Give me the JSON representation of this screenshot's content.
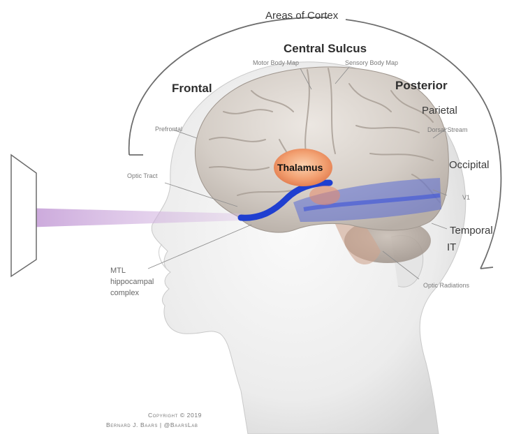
{
  "labels": {
    "areas_of_cortex": "Areas of Cortex",
    "central_sulcus": "Central Sulcus",
    "frontal": "Frontal",
    "posterior": "Posterior",
    "motor_body_map": "Motor Body Map",
    "sensory_body_map": "Sensory Body Map",
    "parietal": "Parietal",
    "prefrontal": "Prefrontal",
    "dorsal_stream": "Dorsal Stream",
    "thalamus": "Thalamus",
    "optic_tract": "Optic Tract",
    "occipital": "Occipital",
    "v1": "V1",
    "temporal": "Temporal",
    "it": "IT",
    "mtl_line1": "MTL",
    "mtl_line2": "hippocampal",
    "mtl_line3": "complex",
    "optic_radiations": "Optic Radiations"
  },
  "copyright": {
    "line1": "Copyright © 2019",
    "line2": "Bernard J. Baars | @BaarsLab"
  },
  "colors": {
    "brain": "#d9d3cd",
    "head": "#eeeeee",
    "optic_tract": "#1f3fd0",
    "visual_cortex": "#5b6dd6",
    "thalamus": "#f0a070",
    "light_beam": "#cba8d8"
  }
}
